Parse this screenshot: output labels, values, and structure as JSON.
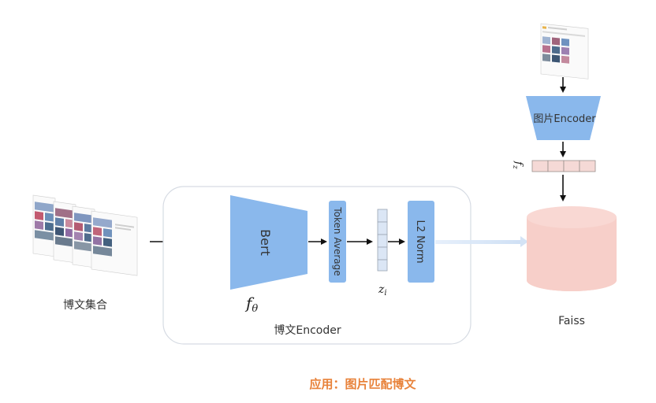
{
  "diagram": {
    "weibo_set_label": "博文集合",
    "bert_label": "Bert",
    "f_theta_label": "fθ",
    "token_average_label": "Token Average",
    "z_i_label": "zi",
    "l2_norm_label": "L2 Norm",
    "weibo_encoder_label": "博文Encoder",
    "image_encoder_label": "图片Encoder",
    "f_z_label": "fz",
    "faiss_label": "Faiss",
    "caption": "应用：图片匹配博文"
  },
  "colors": {
    "encoder_blue": "#8ab8ec",
    "faiss_pink": "#f7cfc9",
    "vector_pink": "#f5d9d6",
    "vector_blue": "#dbe6f5",
    "caption_orange": "#e8823a",
    "box_border": "#d6dbe3"
  }
}
